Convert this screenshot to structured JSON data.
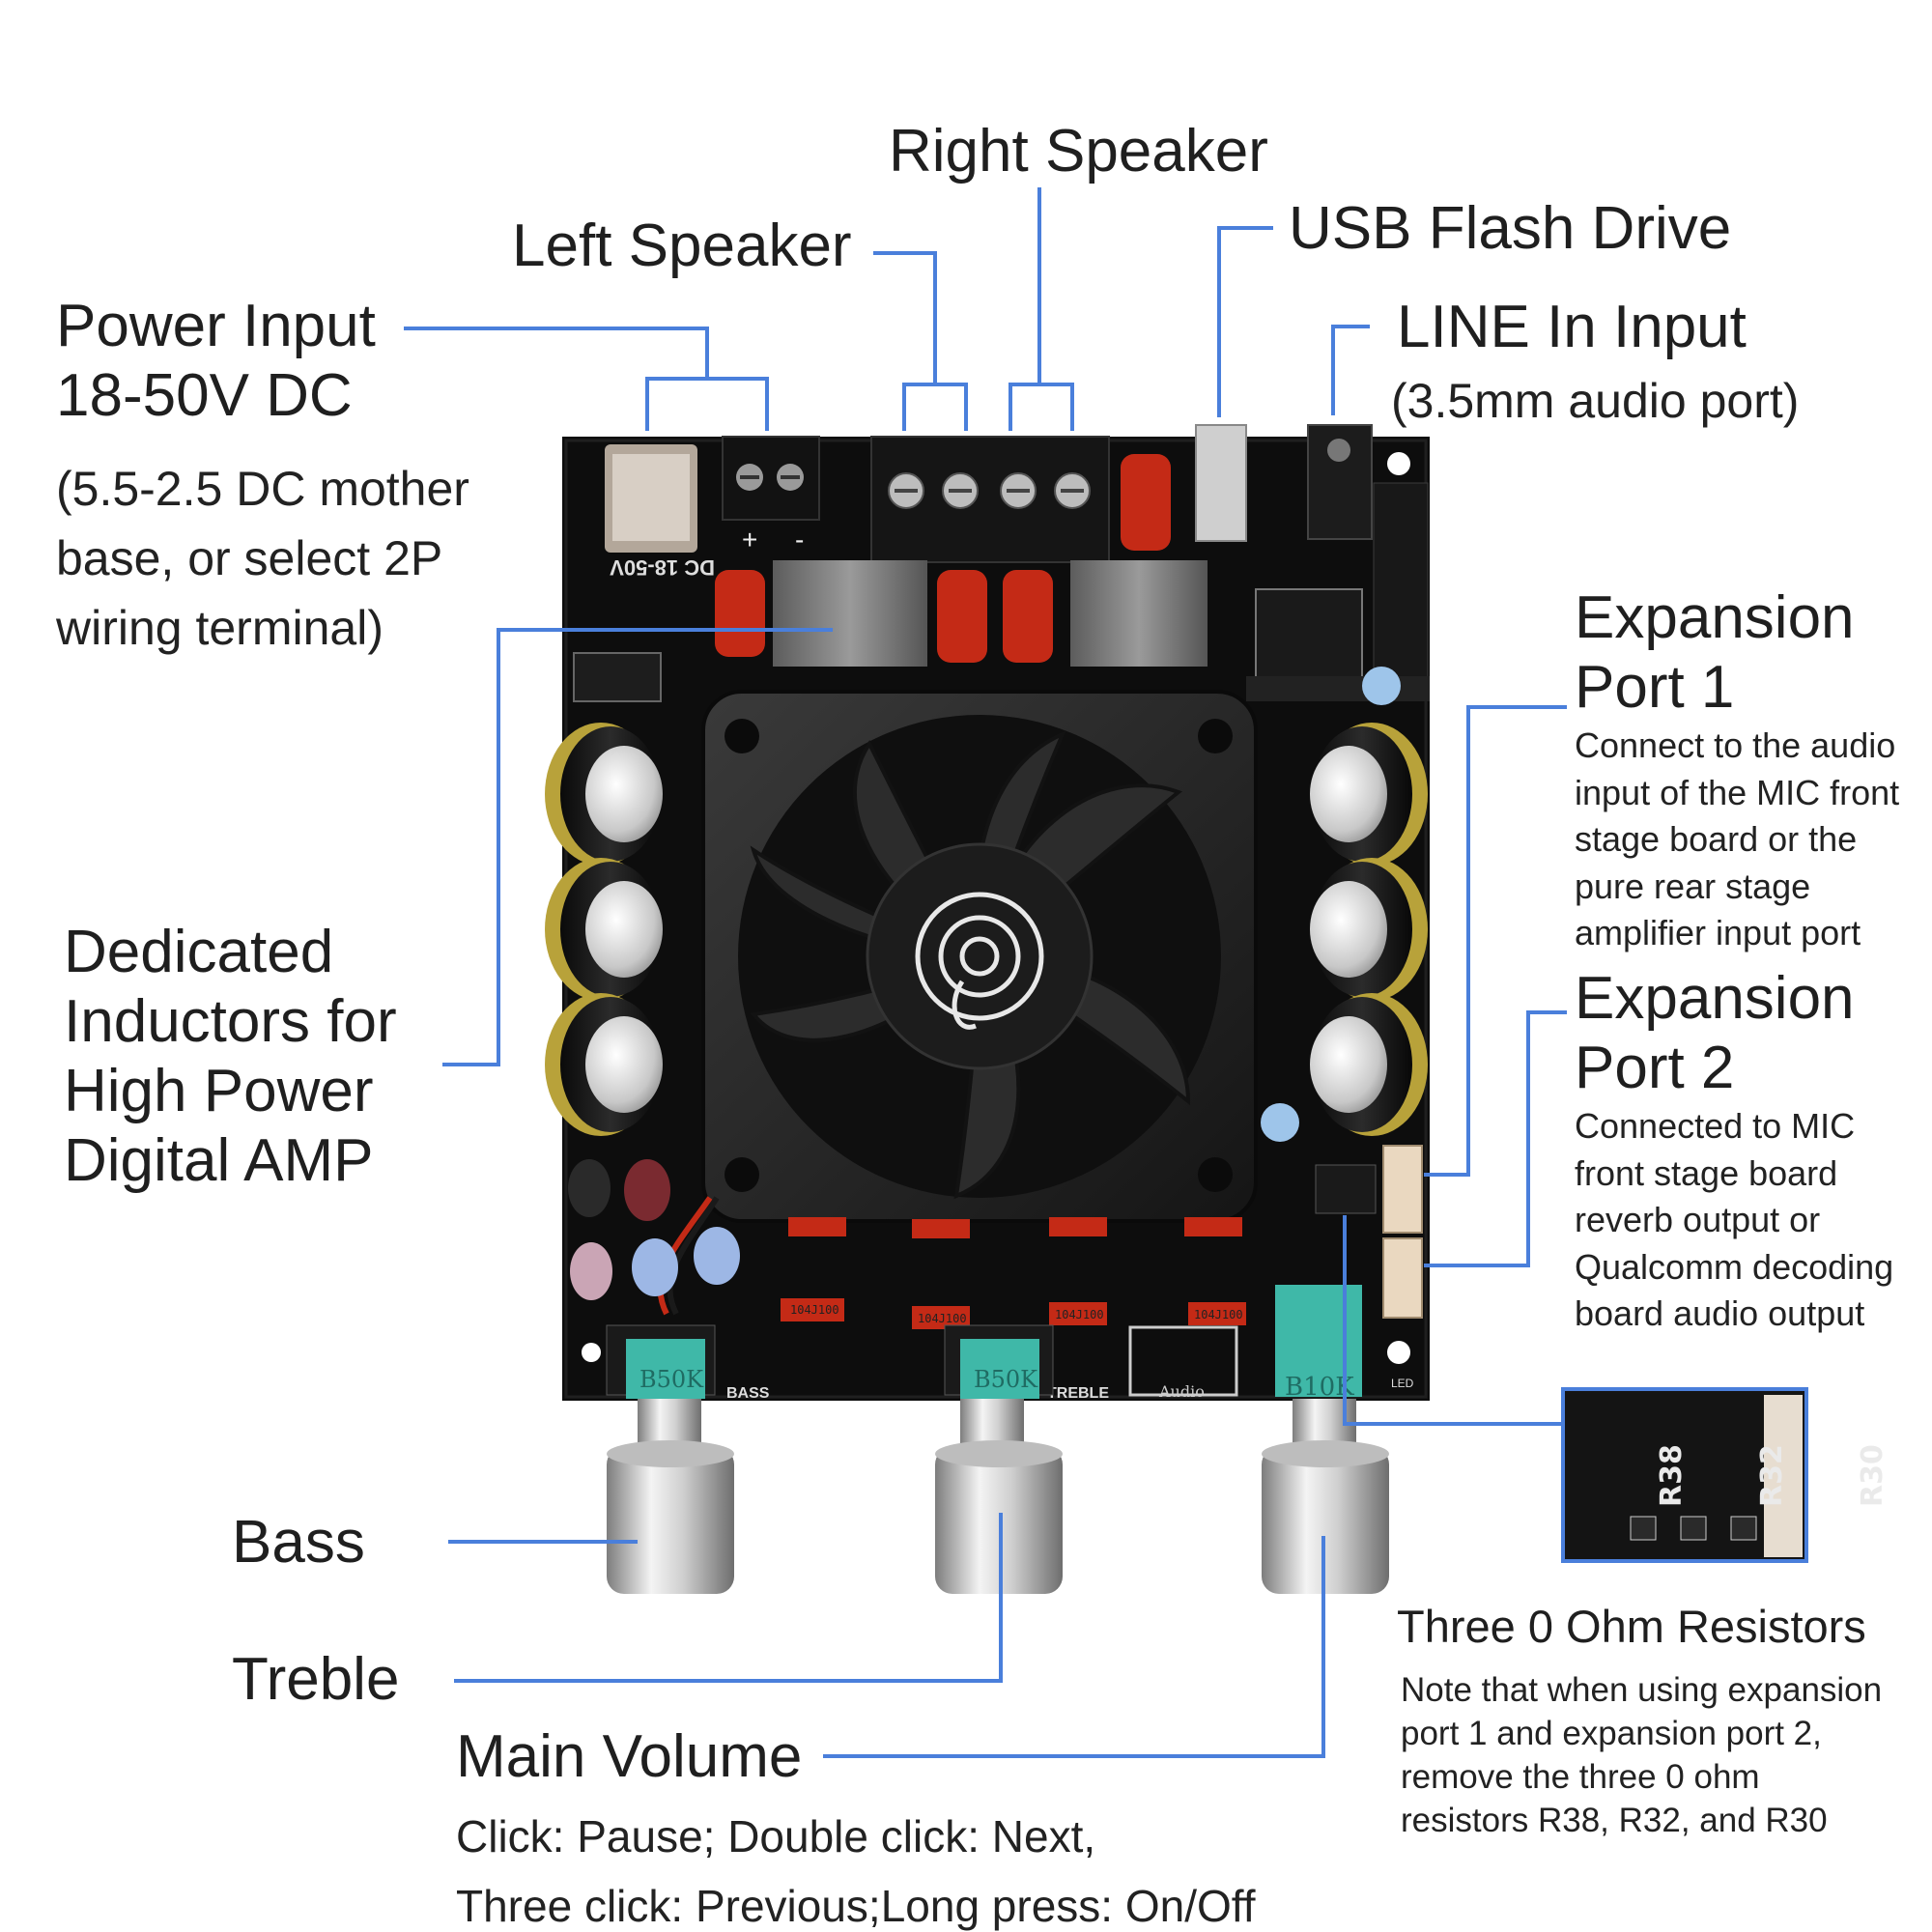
{
  "colors": {
    "leader": "#4a7fdb",
    "board": "#111111",
    "background": "#ffffff",
    "capacitor_red": "#c42a16",
    "knob_teal": "#3fb8a8"
  },
  "labels": {
    "right_speaker": "Right Speaker",
    "left_speaker": "Left Speaker",
    "usb_flash_drive": "USB Flash Drive",
    "line_in": {
      "title": "LINE In Input",
      "note": "(3.5mm audio port)"
    },
    "power_input": {
      "line1": "Power Input",
      "line2": "18-50V DC",
      "note": [
        "(5.5-2.5 DC mother",
        "base, or select 2P",
        "wiring terminal)"
      ]
    },
    "inductors": [
      "Dedicated",
      "Inductors for",
      "High Power",
      "Digital AMP"
    ],
    "expansion_port_1": {
      "title": [
        "Expansion",
        "Port 1"
      ],
      "note": [
        "Connect to the audio",
        "input of the MIC front",
        "stage board or the",
        "pure rear stage",
        "amplifier input port"
      ]
    },
    "expansion_port_2": {
      "title": [
        "Expansion",
        "Port 2"
      ],
      "note": [
        "Connected to MIC",
        "front stage board",
        "reverb output or",
        "Qualcomm decoding",
        "board audio output"
      ]
    },
    "bass": "Bass",
    "treble": "Treble",
    "main_volume": {
      "title": "Main Volume",
      "note": [
        "Click: Pause; Double click: Next,",
        "Three click: Previous;Long press: On/Off"
      ]
    },
    "resistors": {
      "title": "Three 0 Ohm Resistors",
      "note": [
        "Note that when using expansion",
        "port 1 and expansion port 2,",
        "remove the three 0 ohm",
        "resistors R38, R32, and R30"
      ]
    }
  },
  "board": {
    "silkscreen_dc": "DC 18-50V",
    "plus": "+",
    "minus": "-",
    "bass": "BASS",
    "treble": "TREBLE",
    "audio": "Audio",
    "led": "LED",
    "pot_label": "B50K",
    "volume_pot_label": "B10K",
    "chip_code": "104J100",
    "resistor_ids": [
      "R38",
      "R32",
      "R30"
    ]
  }
}
